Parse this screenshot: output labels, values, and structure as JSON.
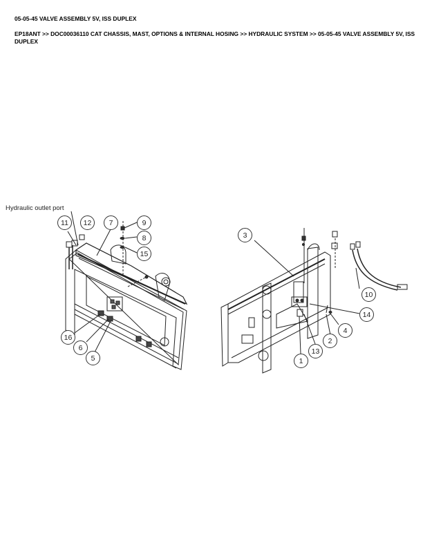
{
  "header": {
    "title": "05-05-45 VALVE ASSEMBLY 5V, ISS DUPLEX",
    "breadcrumb": "EP18ANT >> DOC00036110 CAT CHASSIS, MAST, OPTIONS & INTERNAL HOSING >> HYDRAULIC SYSTEM >> 05-05-45 VALVE ASSEMBLY 5V, ISS DUPLEX"
  },
  "diagram": {
    "callout_label": "Hydraulic outlet port",
    "left_view": {
      "balloons": [
        "11",
        "12",
        "7",
        "9",
        "8",
        "15",
        "16",
        "6",
        "5"
      ]
    },
    "right_view": {
      "balloons": [
        "3",
        "10",
        "14",
        "4",
        "2",
        "13",
        "1"
      ]
    }
  }
}
